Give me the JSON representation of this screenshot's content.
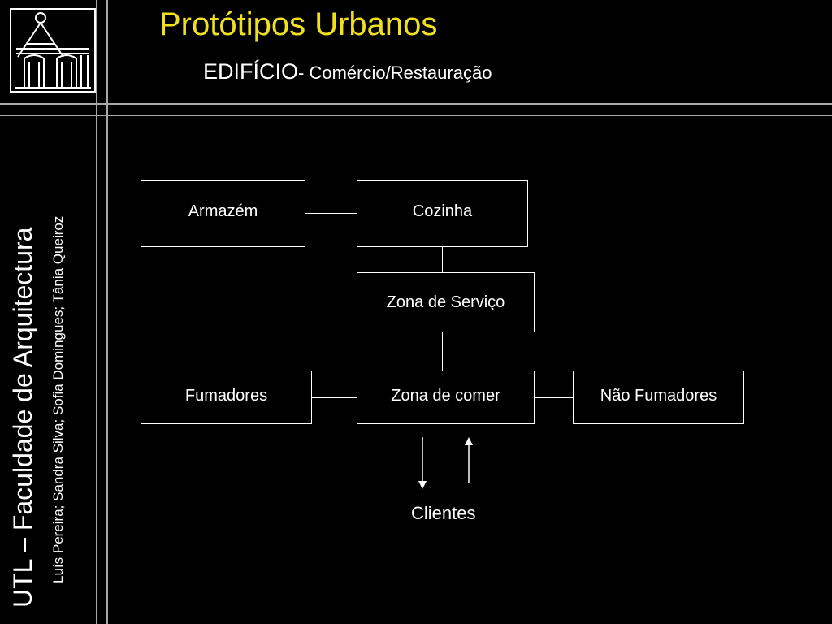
{
  "header": {
    "title": "Protótipos Urbanos",
    "subtitle_main": "EDIFÍCIO",
    "subtitle_rest": "- Comércio/Restauração"
  },
  "sidebar": {
    "institution": "UTL – Faculdade de Arquitectura",
    "authors": "Luís Pereira; Sandra Silva; Sofia Domingues; Tânia Queiroz"
  },
  "diagram": {
    "nodes": {
      "armazem": "Armazém",
      "cozinha": "Cozinha",
      "zona_servico": "Zona de Serviço",
      "fumadores": "Fumadores",
      "zona_comer": "Zona de comer",
      "nao_fumadores": "Não Fumadores"
    },
    "clients_label": "Clientes"
  },
  "colors": {
    "background": "#000000",
    "title": "#f0e020",
    "text": "#ffffff",
    "frame_lines": "#a8a8a8"
  }
}
